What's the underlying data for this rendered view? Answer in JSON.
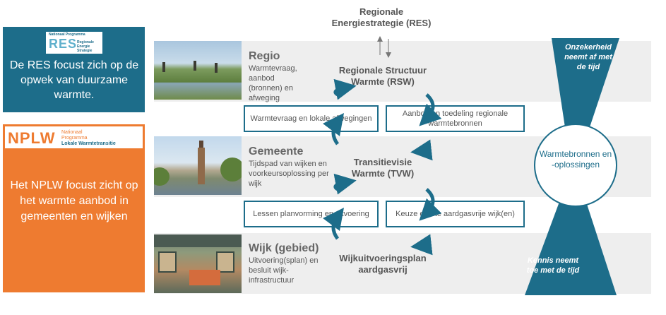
{
  "res_panel": {
    "logo_small": "Nationaal Programma",
    "logo_big": "RES",
    "logo_sub": "Regionale Energie Strategie",
    "text": "De RES focust zich op de opwek van duurzame warmte."
  },
  "nplw_panel": {
    "logo_big": "NPLW",
    "logo_sub_line1": "Nationaal",
    "logo_sub_line2": "Programma",
    "logo_sub_line3": "Lokale Warmtetransitie",
    "text": "Het NPLW focust zicht op het warmte aanbod in gemeenten en wijken"
  },
  "top_label": "Regionale\nEnergiestrategie (RES)",
  "rows": [
    {
      "title": "Regio",
      "desc": "Warmtevraag, aanbod (bronnen) en afweging",
      "center": "Regionale Structuur\nWarmte (RSW)"
    },
    {
      "title": "Gemeente",
      "desc": "Tijdspad van wijken en voorkeursoplossing per wijk",
      "center": "Transitievisie\nWarmte (TVW)"
    },
    {
      "title": "Wijk (gebied)",
      "desc": "Uitvoering(splan) en besluit wijk-infrastructuur",
      "center": "Wijkuitvoeringsplan\naardgasvrij"
    }
  ],
  "boxes": {
    "left1": "Warmtevraag en lokale afwegingen",
    "right1": "Aanbod en toedeling regionale warmtebronnen",
    "left2": "Lessen planvorming en uitvoering",
    "right2": "Keuze eerste aardgasvrije wijk(en)"
  },
  "right": {
    "top_wedge": "Onzekerheid neemt af met de tijd",
    "circle": "Warmtebronnen en -oplossingen",
    "bottom_wedge": "Kennis neemt toe met de tijd"
  },
  "colors": {
    "teal": "#1d6d8a",
    "orange": "#ee7b30",
    "grey_band": "#eeeeee",
    "text_grey": "#555555"
  }
}
